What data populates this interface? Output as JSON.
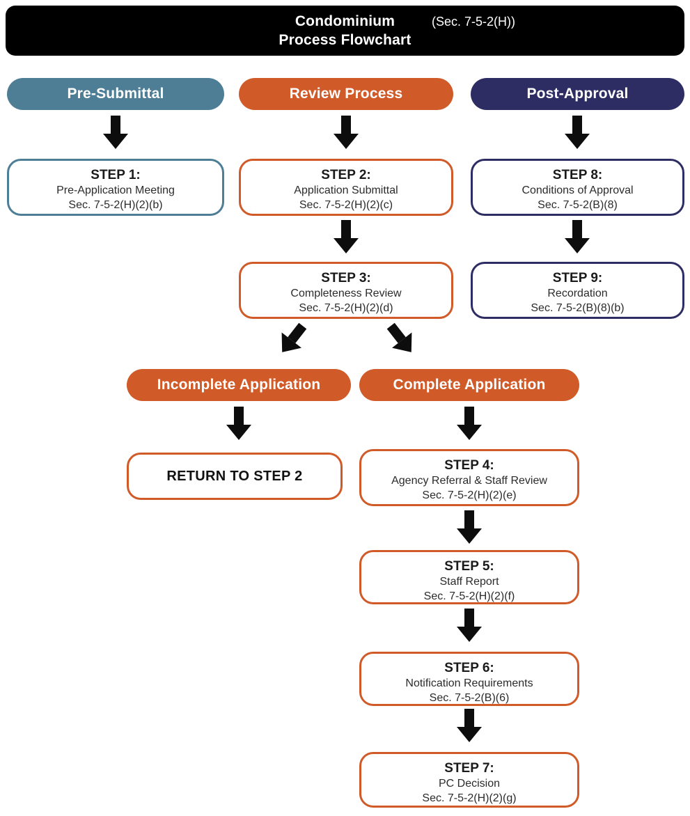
{
  "header": {
    "title_line1": "Condominium",
    "section_ref": "(Sec. 7-5-2(H))",
    "title_line2": "Process Flowchart"
  },
  "colors": {
    "teal": "#4d7e96",
    "orange": "#d05a28",
    "navy": "#2e2d63",
    "black": "#000000",
    "arrow": "#0d0d0d"
  },
  "phases": {
    "pre_submittal": "Pre-Submittal",
    "review_process": "Review Process",
    "post_approval": "Post-Approval"
  },
  "branches": {
    "incomplete": "Incomplete Application",
    "complete": "Complete Application",
    "return_label": "RETURN TO STEP 2"
  },
  "steps": {
    "step1": {
      "title": "STEP 1:",
      "line1": "Pre-Application Meeting",
      "line2": "Sec. 7-5-2(H)(2)(b)"
    },
    "step2": {
      "title": "STEP 2:",
      "line1": "Application Submittal",
      "line2": "Sec. 7-5-2(H)(2)(c)"
    },
    "step3": {
      "title": "STEP 3:",
      "line1": "Completeness Review",
      "line2": "Sec. 7-5-2(H)(2)(d)"
    },
    "step4": {
      "title": "STEP 4:",
      "line1": "Agency Referral & Staff Review",
      "line2": "Sec. 7-5-2(H)(2)(e)"
    },
    "step5": {
      "title": "STEP 5:",
      "line1": "Staff Report",
      "line2": "Sec. 7-5-2(H)(2)(f)"
    },
    "step6": {
      "title": "STEP 6:",
      "line1": "Notification Requirements",
      "line2": "Sec. 7-5-2(B)(6)"
    },
    "step7": {
      "title": "STEP 7:",
      "line1": "PC Decision",
      "line2": "Sec. 7-5-2(H)(2)(g)"
    },
    "step8": {
      "title": "STEP 8:",
      "line1": "Conditions of Approval",
      "line2": "Sec. 7-5-2(B)(8)"
    },
    "step9": {
      "title": "STEP 9:",
      "line1": "Recordation",
      "line2": "Sec. 7-5-2(B)(8)(b)"
    }
  }
}
